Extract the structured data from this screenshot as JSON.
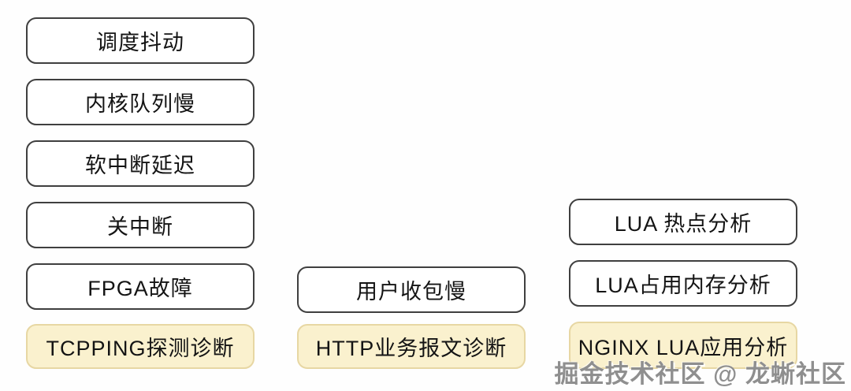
{
  "diagram": {
    "background": "#fefefe",
    "colors": {
      "node_fill": "#ffffff",
      "node_border": "#3f3f3f",
      "highlight_fill": "#faf1ce",
      "highlight_border": "#e7d7a3",
      "text": "#141414",
      "watermark_text": "#8f8f8f"
    },
    "columns": [
      {
        "id": "tcpping-group",
        "nodes": [
          "调度抖动",
          "内核队列慢",
          "软中断延迟",
          "关中断",
          "FPGA故障"
        ],
        "diagnosis": "TCPPING探测诊断"
      },
      {
        "id": "http-group",
        "nodes": [
          "用户收包慢"
        ],
        "diagnosis": "HTTP业务报文诊断"
      },
      {
        "id": "nginx-lua-group",
        "nodes": [
          "LUA 热点分析",
          "LUA占用内存分析"
        ],
        "diagnosis": "NGINX LUA应用分析"
      }
    ],
    "watermark": "掘金技术社区 @ 龙蜥社区"
  }
}
